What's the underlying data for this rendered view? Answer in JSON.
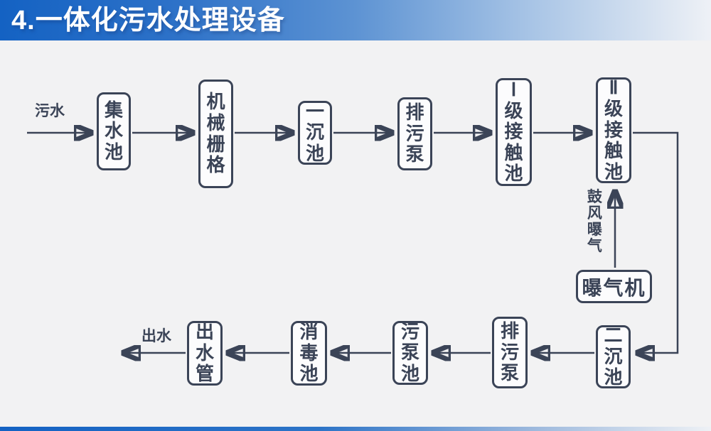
{
  "slide": {
    "title": "4.一体化污水处理设备"
  },
  "colors": {
    "title_bar_start": "#1462c3",
    "title_bar_end": "#eef1f6",
    "background": "#f2f2f3",
    "node_border": "#3b4457",
    "node_fill": "#fcfcfd",
    "title_text": "#ffffff"
  },
  "diagram": {
    "inlet_label": "污水",
    "outlet_label": "出水",
    "aeration_flow_label": "鼓风曝气",
    "nodes": {
      "collection_tank": "集水池",
      "mechanical_screen": "机械栅格",
      "primary_sedimentation_tank": "一沉池",
      "sewage_pump_top": "排污泵",
      "level1_contact_tank": "Ⅰ级接触池",
      "level2_contact_tank": "Ⅱ级接触池",
      "aerator": "曝气机",
      "secondary_sedimentation_tank": "二沉池",
      "sewage_pump_bottom": "排污泵",
      "sludge_pump_tank": "污泵池",
      "disinfection_tank": "消毒池",
      "outlet_pipe": "出水管"
    },
    "flow_sequence": [
      "污水",
      "集水池",
      "机械栅格",
      "一沉池",
      "排污泵",
      "Ⅰ级接触池",
      "Ⅱ级接触池",
      "二沉池",
      "排污泵",
      "污泵池",
      "消毒池",
      "出水管",
      "出水"
    ],
    "aeration_branch": [
      "曝气机",
      "鼓风曝气",
      "Ⅱ级接触池"
    ]
  }
}
